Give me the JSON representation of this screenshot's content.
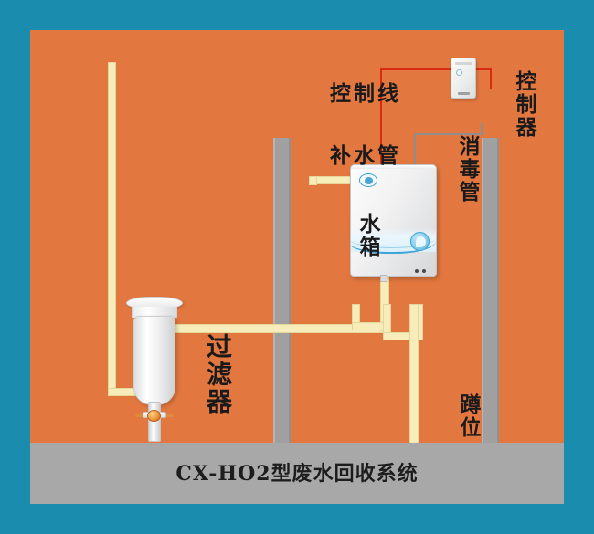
{
  "diagram": {
    "title": "CX-HO2型废水回收系统",
    "colors": {
      "border": "#1a8cad",
      "wall": "#e2773f",
      "floor": "#a8a8a8",
      "partition": "#a0a0a0",
      "pipe": "#f7edba",
      "control_line": "#d92b12",
      "disinfection_pipe": "#8e8e8e",
      "valve": "#e8852c",
      "logo_blue": "#2e9ed6"
    },
    "labels": {
      "control_line": "控制线",
      "controller": "控制器",
      "supply_pipe": "补水管",
      "disinfection_pipe": "消毒管",
      "water_tank": "水箱",
      "filter": "过滤器",
      "squat_position": "蹲位"
    },
    "components": [
      {
        "name": "controller",
        "label": "控制器",
        "kind": "device"
      },
      {
        "name": "water-tank",
        "label": "水箱",
        "kind": "device"
      },
      {
        "name": "filter",
        "label": "过滤器",
        "kind": "device"
      },
      {
        "name": "squat-stall",
        "label": "蹲位",
        "kind": "area"
      }
    ],
    "connections": [
      {
        "name": "control-line",
        "label": "控制线",
        "from": "controller",
        "to": "water-tank",
        "type": "electrical"
      },
      {
        "name": "supply-pipe",
        "label": "补水管",
        "from": "filter",
        "to": "water-tank",
        "type": "pipe"
      },
      {
        "name": "disinfection-pipe",
        "label": "消毒管",
        "from": "controller",
        "to": "water-tank",
        "type": "pipe"
      }
    ]
  }
}
